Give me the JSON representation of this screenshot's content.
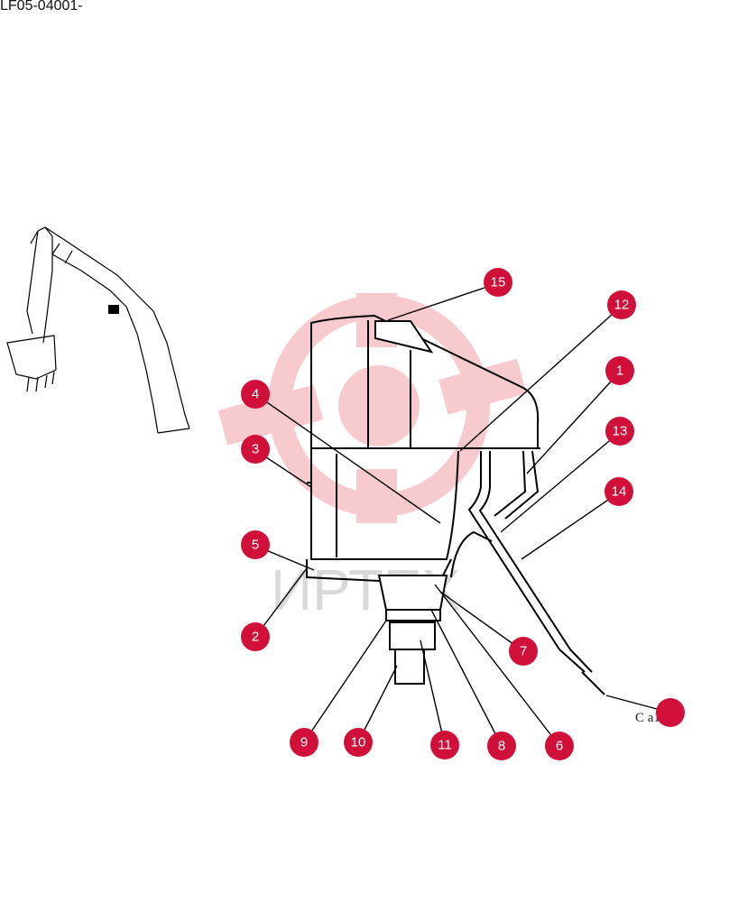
{
  "document": {
    "code": "LF05-04001-",
    "reference_code": "C  a10  4",
    "watermark_text": "ИРТЕХ"
  },
  "callouts": [
    {
      "id": "c1",
      "label": "1"
    },
    {
      "id": "c2",
      "label": "2"
    },
    {
      "id": "c3",
      "label": "3"
    },
    {
      "id": "c4",
      "label": "4"
    },
    {
      "id": "c5",
      "label": "5"
    },
    {
      "id": "c6",
      "label": "6"
    },
    {
      "id": "c7",
      "label": "7"
    },
    {
      "id": "c8",
      "label": "8"
    },
    {
      "id": "c9",
      "label": "9"
    },
    {
      "id": "c10",
      "label": "10"
    },
    {
      "id": "c11",
      "label": "11"
    },
    {
      "id": "c12",
      "label": "12"
    },
    {
      "id": "c13",
      "label": "13"
    },
    {
      "id": "c14",
      "label": "14"
    },
    {
      "id": "c15",
      "label": "15"
    }
  ],
  "colors": {
    "callout": "#d1103a",
    "watermark": "#f3b9bd"
  }
}
